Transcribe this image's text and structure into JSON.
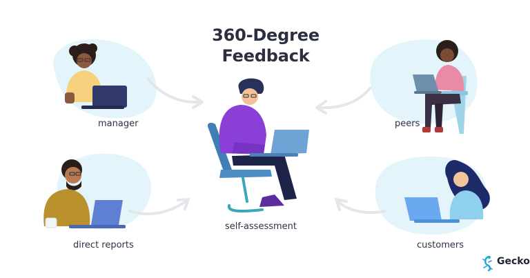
{
  "title": {
    "line1": "360-Degree",
    "line2": "Feedback"
  },
  "roles": {
    "manager": "manager",
    "peers": "peers",
    "self": "self-assessment",
    "direct_reports": "direct reports",
    "customers": "customers"
  },
  "brand": {
    "name": "Gecko",
    "icon": "gecko-icon",
    "color": "#1fa6d9"
  },
  "colors": {
    "blob": "#e3f4fb",
    "arrow": "#e4e6ea",
    "hoodie": "#8a3fd6",
    "laptop": "#6fa3d6"
  }
}
